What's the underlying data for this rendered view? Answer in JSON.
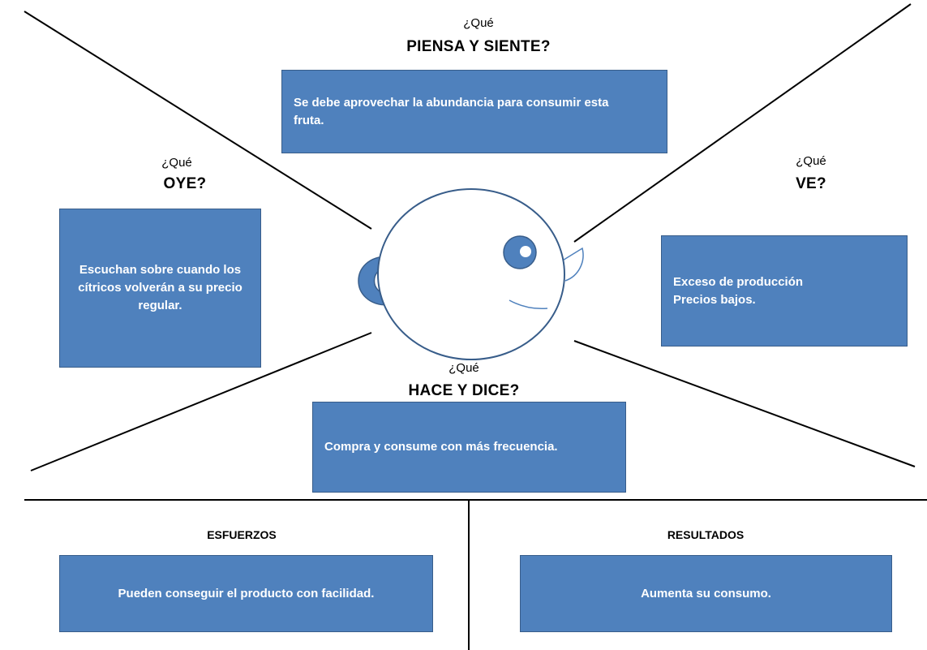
{
  "sections": {
    "piensa": {
      "question": "¿Qué",
      "heading": "PIENSA Y SIENTE?",
      "text": "Se debe aprovechar la abundancia para consumir esta fruta."
    },
    "oye": {
      "question": "¿Qué",
      "heading": "OYE?",
      "text": "Escuchan sobre cuando los cítricos volverán a su precio regular."
    },
    "ve": {
      "question": "¿Qué",
      "heading": "VE?",
      "line1": "Exceso de producción",
      "line2": "Precios bajos."
    },
    "hace": {
      "question": "¿Qué",
      "heading": "HACE Y DICE?",
      "text": "Compra  y consume con más frecuencia."
    }
  },
  "bottom": {
    "esfuerzos": {
      "heading": "ESFUERZOS",
      "text": "Pueden conseguir el producto con facilidad."
    },
    "resultados": {
      "heading": "RESULTADOS",
      "text": "Aumenta su consumo."
    }
  },
  "colors": {
    "box_fill": "#4f81bd",
    "box_border": "#385d8a",
    "line": "#000000"
  }
}
